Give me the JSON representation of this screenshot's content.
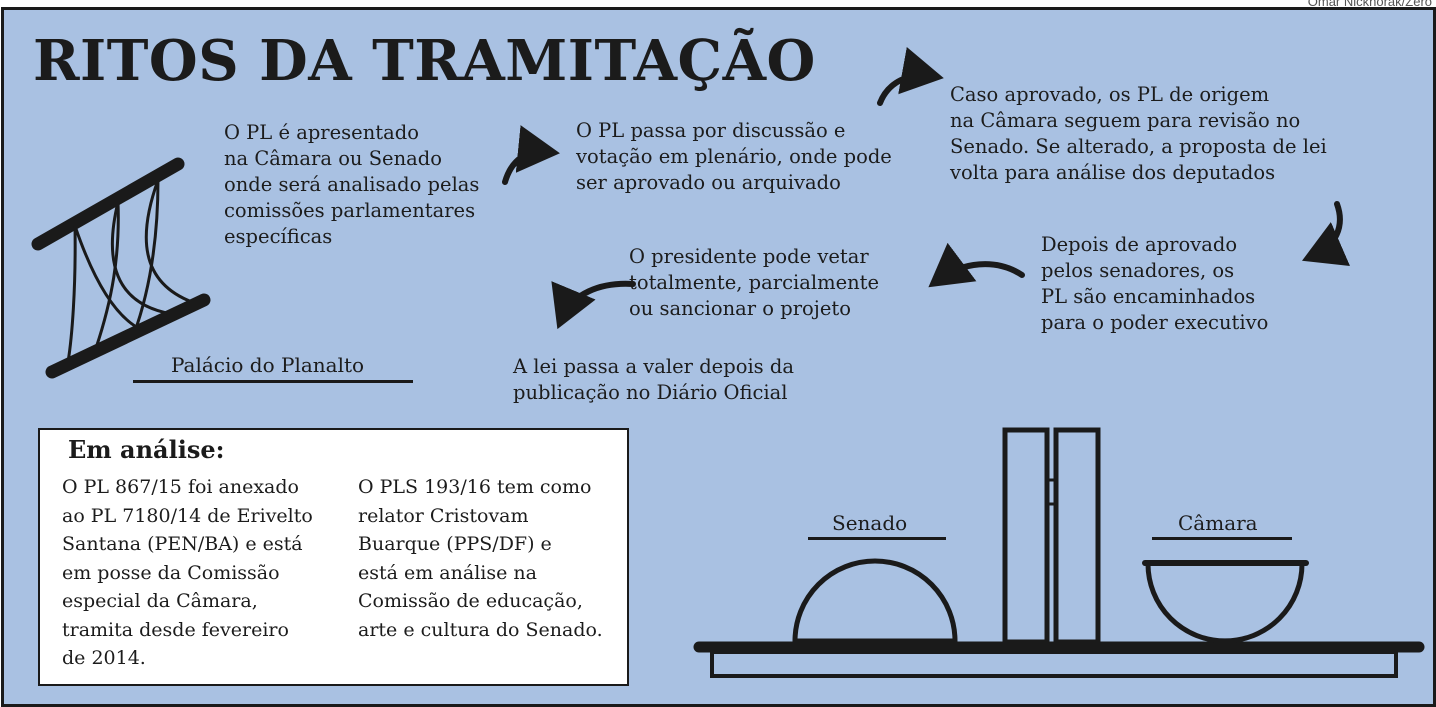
{
  "credit": "Omar Nickhorak/Zero",
  "title": "RITOS DA TRAMITAÇÃO",
  "steps": [
    {
      "text": "O PL é apresentado\nna Câmara ou Senado\nonde será analisado pelas\ncomissões parlamentares\nespecíficas"
    },
    {
      "text": "O PL passa  por discussão e\nvotação em plenário, onde pode\nser aprovado ou arquivado"
    },
    {
      "text": " Caso aprovado, os PL de origem\nna Câmara seguem para revisão no\nSenado. Se alterado, a proposta de lei\nvolta para análise dos deputados"
    },
    {
      "text": "Depois de aprovado\npelos senadores, os\nPL são encaminhados\npara o poder executivo"
    },
    {
      "text": "O presidente pode vetar\ntotalmente, parcialmente\nou sancionar o projeto"
    },
    {
      "text": "A lei passa a valer depois da\npublicação no Diário Oficial"
    }
  ],
  "buildings": {
    "planalto": "Palácio do Planalto",
    "senado": "Senado",
    "camara": "Câmara"
  },
  "analysis": {
    "heading": "Em análise:",
    "col1": "O PL 867/15 foi anexado\nao PL 7180/14 de Erivelto\nSantana (PEN/BA) e está\nem posse da  Comissão\nespecial da Câmara,\ntramita desde fevereiro\nde 2014.",
    "col2": "O PLS 193/16 tem como\nrelator Cristovam\nBuarque (PPS/DF) e\nestá em análise na\nComissão de educação,\narte e cultura do Senado."
  },
  "colors": {
    "background": "#a9c1e2",
    "ink": "#1a1a1a",
    "box": "#ffffff"
  },
  "icons": [
    "curved-arrow-icon",
    "planalto-palace-icon",
    "national-congress-icon"
  ]
}
